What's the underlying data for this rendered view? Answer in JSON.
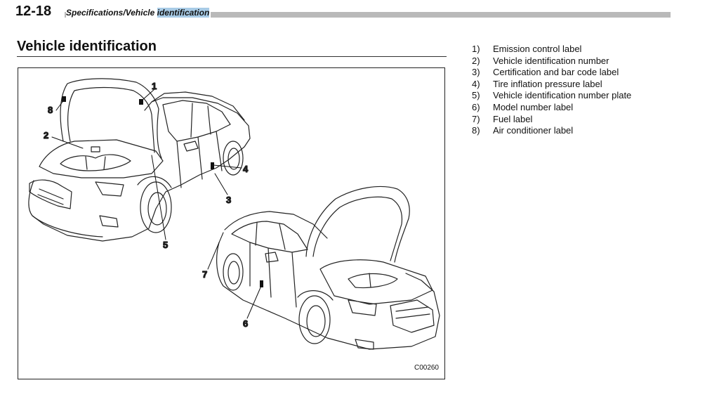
{
  "header": {
    "page_number": "12-18",
    "section": "Specifications/Vehicle ",
    "section_highlight": "identification"
  },
  "title": "Vehicle identification",
  "figure": {
    "code": "C00260",
    "callouts": [
      "1",
      "2",
      "3",
      "4",
      "5",
      "6",
      "7",
      "8"
    ]
  },
  "legend": [
    {
      "num": "1)",
      "text": "Emission control label"
    },
    {
      "num": "2)",
      "text": "Vehicle identification number"
    },
    {
      "num": "3)",
      "text": "Certification and bar code label"
    },
    {
      "num": "4)",
      "text": "Tire inflation pressure label"
    },
    {
      "num": "5)",
      "text": "Vehicle identification number plate"
    },
    {
      "num": "6)",
      "text": "Model number label"
    },
    {
      "num": "7)",
      "text": "Fuel label"
    },
    {
      "num": "8)",
      "text": "Air conditioner label"
    }
  ]
}
